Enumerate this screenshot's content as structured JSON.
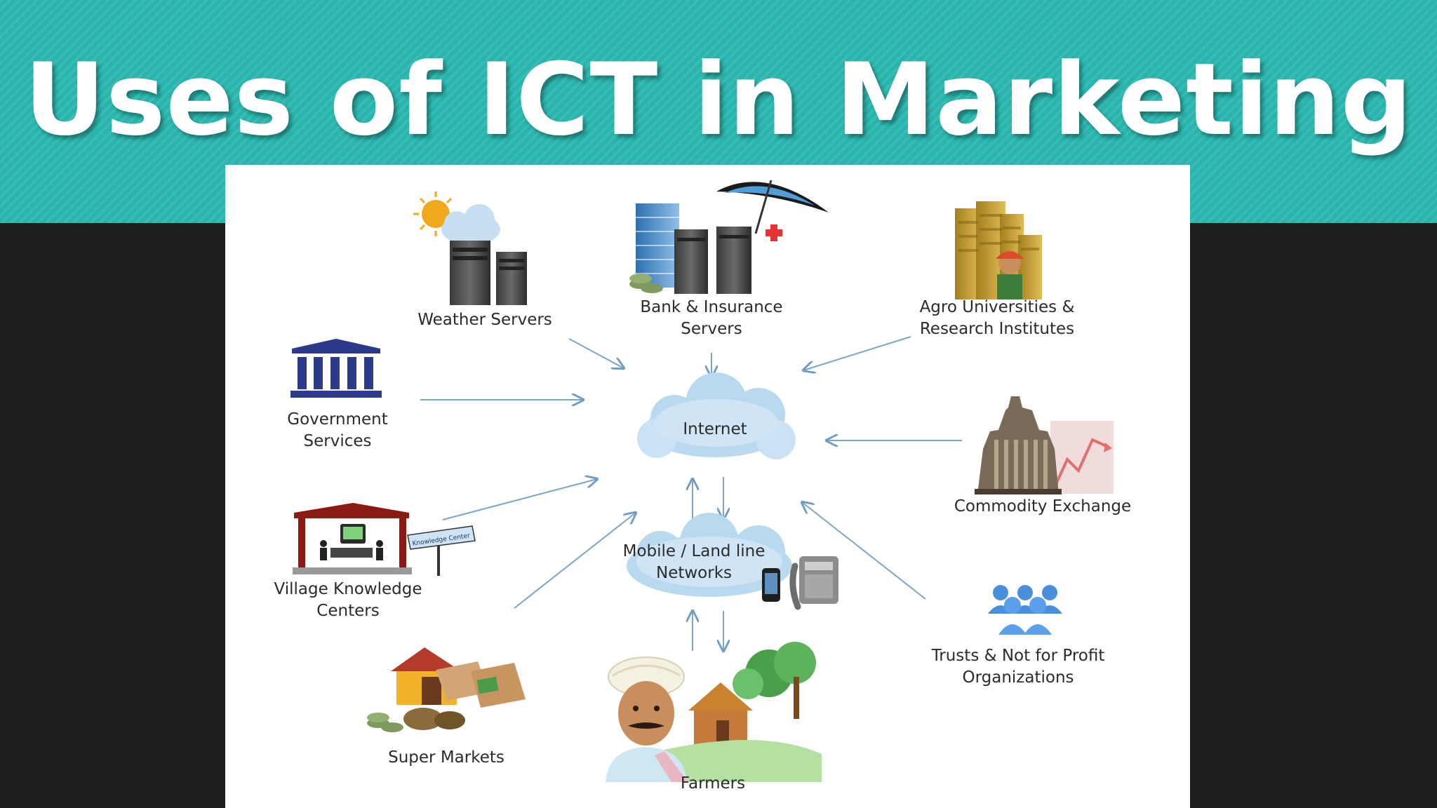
{
  "title": "Uses of ICT in Marketing",
  "colors": {
    "banner": "#27b5ad",
    "cloud": "#b9d9ef",
    "arrow": "#7aa6c8",
    "text": "#2b2b2b"
  },
  "diagram": {
    "hubs": {
      "internet": "Internet",
      "mobile": "Mobile / Land line\nNetworks"
    },
    "nodes": {
      "weather": {
        "label": "Weather Servers",
        "icon": "server-sun-icon"
      },
      "bank": {
        "label": "Bank & Insurance\nServers",
        "icon": "bank-umbrella-icon"
      },
      "agro": {
        "label": "Agro Universities &\nResearch Institutes",
        "icon": "university-building-icon"
      },
      "government": {
        "label": "Government\nServices",
        "icon": "government-building-icon"
      },
      "commodity": {
        "label": "Commodity Exchange",
        "icon": "stock-exchange-icon"
      },
      "village": {
        "label": "Village Knowledge\nCenters",
        "icon": "knowledge-center-icon"
      },
      "trusts": {
        "label": "Trusts  &  Not for Profit\nOrganizations",
        "icon": "people-group-icon"
      },
      "supermarkets": {
        "label": "Super Markets",
        "icon": "market-stall-icon"
      },
      "farmers": {
        "label": "Farmers",
        "icon": "farmer-icon"
      }
    }
  }
}
